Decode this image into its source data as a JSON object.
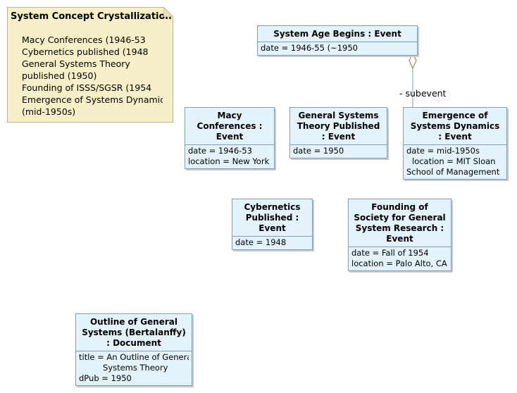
{
  "note": {
    "title": "System Concept Crystallization",
    "items": [
      "Macy Conferences (1946-53",
      "Cybernetics published (1948",
      "General Systems Theory",
      "published (1950)",
      "Founding of ISSS/SGSR (1954",
      "Emergence of Systems Dynamic",
      "(mid-1950s)"
    ]
  },
  "objects": {
    "system_age": {
      "title": "System Age Begins : Event",
      "attrs": [
        "date = 1946-55 (~1950"
      ]
    },
    "macy": {
      "title": "Macy Conferences : Event",
      "attrs": [
        "date = 1946-53",
        "location = New York"
      ]
    },
    "gst": {
      "title": "General Systems Theory Published : Event",
      "attrs": [
        "date = 1950"
      ]
    },
    "sysdyn": {
      "title": "Emergence of Systems Dynamics : Event",
      "attrs": [
        "date = mid-1950s",
        "location = MIT Sloan",
        "School of Management"
      ]
    },
    "cybernetics": {
      "title": "Cybernetics Published : Event",
      "attrs": [
        "date = 1948"
      ]
    },
    "sgsr": {
      "title": "Founding of Society for General System Research : Event",
      "attrs": [
        "date = Fall of 1954",
        "location = Palo Alto, CA"
      ]
    },
    "outline": {
      "title": "Outline of General Systems (Bertalanffy) : Document",
      "attrs": [
        "title = An Outline of Genera",
        "Systems Theory",
        "dPub = 1950"
      ]
    }
  },
  "association": {
    "role": "- subevent"
  },
  "colors": {
    "object_fill": "#e4f2fb",
    "object_border": "#7b9fb9",
    "note_fill": "#f6efc8"
  }
}
